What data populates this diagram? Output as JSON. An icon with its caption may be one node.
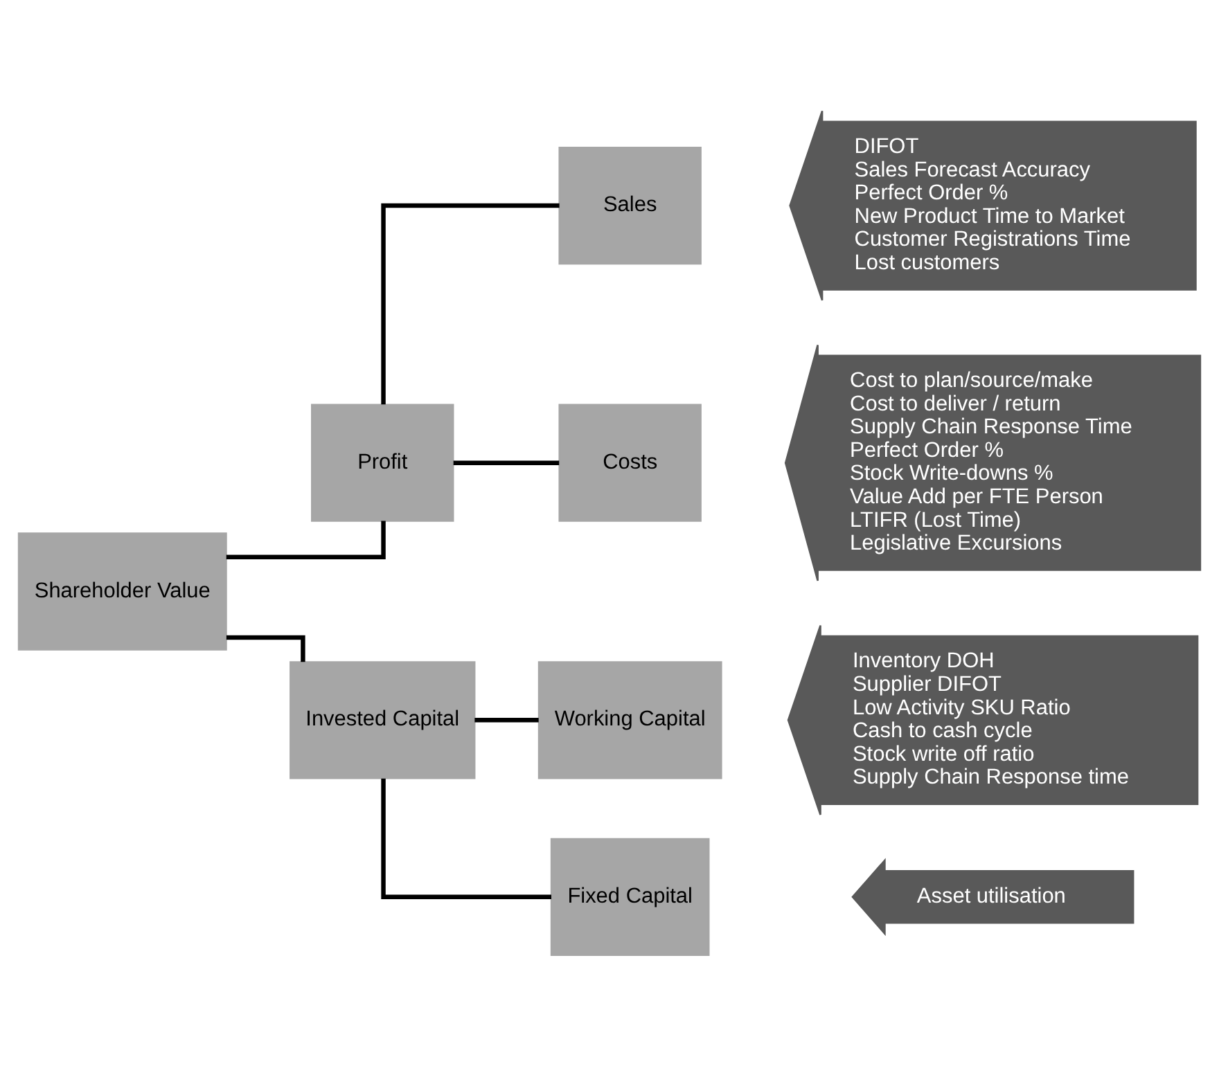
{
  "diagram": {
    "nodes": [
      {
        "text": [
          "Shareholder Value"
        ]
      },
      {
        "text": [
          "Profit"
        ]
      },
      {
        "text": [
          "Invested Capital"
        ]
      },
      {
        "text": [
          "Sales"
        ]
      },
      {
        "text": [
          "Costs"
        ]
      },
      {
        "text": [
          "Working Capital"
        ]
      },
      {
        "text": [
          "Fixed Capital"
        ]
      },
      {
        "text": [
          "DIFOT",
          "Sales Forecast Accuracy",
          "Perfect Order %",
          "New Product Time to Market",
          "Customer Registrations Time",
          "Lost customers"
        ]
      },
      {
        "text": [
          "Cost to plan/source/make",
          "Cost to deliver / return",
          "Supply Chain Response Time",
          "Perfect Order %",
          "Stock Write-downs %",
          "Value Add per FTE Person",
          "LTIFR (Lost Time)",
          "Legislative Excursions"
        ]
      },
      {
        "text": [
          "Inventory DOH",
          "Supplier DIFOT",
          "Low Activity SKU Ratio",
          "Cash to cash cycle",
          "Stock write off ratio",
          "Supply Chain Response time"
        ]
      },
      {
        "text": [
          "Asset utilisation"
        ]
      }
    ],
    "edges": [
      {
        "from": 0,
        "to": 1,
        "arrow": "none"
      },
      {
        "from": 0,
        "to": 2,
        "arrow": "none"
      },
      {
        "from": 1,
        "to": 3,
        "arrow": "none"
      },
      {
        "from": 1,
        "to": 4,
        "arrow": "none"
      },
      {
        "from": 2,
        "to": 5,
        "arrow": "none"
      },
      {
        "from": 2,
        "to": 6,
        "arrow": "none"
      }
    ]
  }
}
